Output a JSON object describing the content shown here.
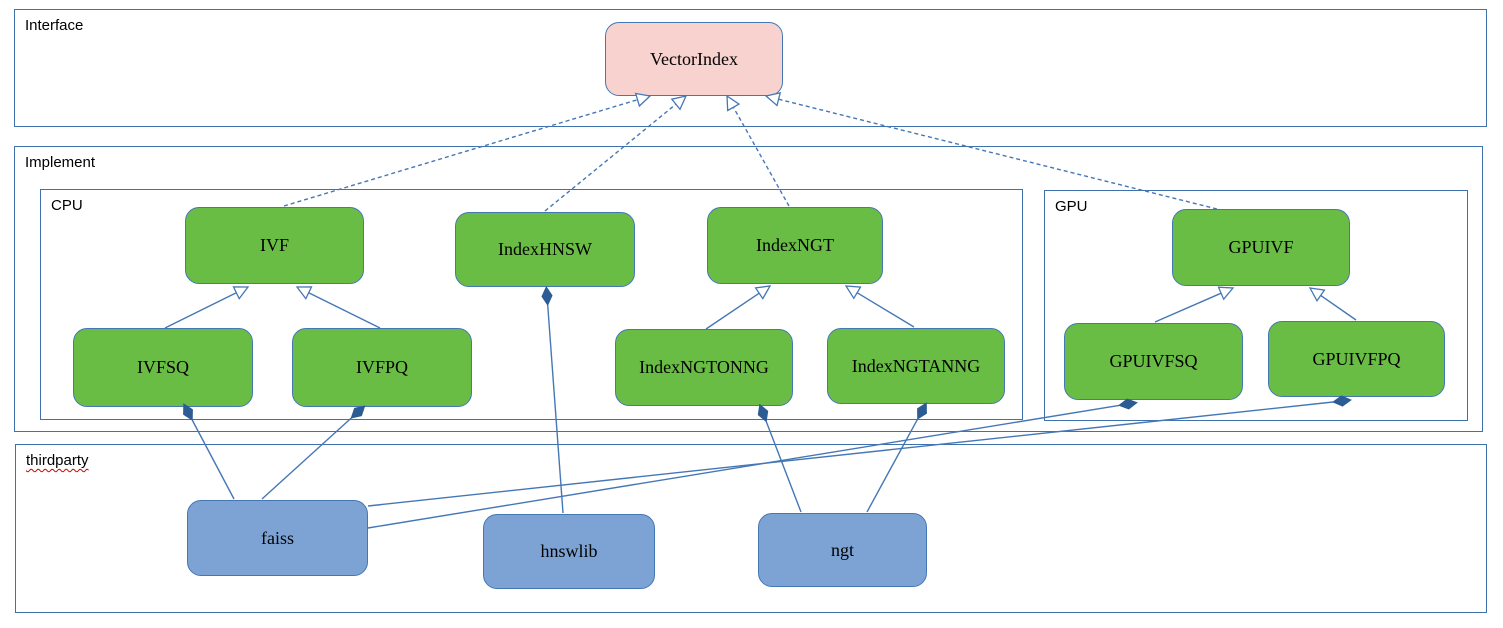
{
  "diagram": {
    "groups": {
      "interface": {
        "label": "Interface"
      },
      "implement": {
        "label": "Implement"
      },
      "cpu": {
        "label": "CPU"
      },
      "gpu": {
        "label": "GPU"
      },
      "thirdparty": {
        "label": "thirdparty"
      }
    },
    "nodes": [
      {
        "id": "vectorindex",
        "label": "VectorIndex",
        "group": "interface",
        "kind": "interface"
      },
      {
        "id": "ivf",
        "label": "IVF",
        "group": "cpu",
        "kind": "implementation"
      },
      {
        "id": "indexhnsw",
        "label": "IndexHNSW",
        "group": "cpu",
        "kind": "implementation"
      },
      {
        "id": "indexngt",
        "label": "IndexNGT",
        "group": "cpu",
        "kind": "implementation"
      },
      {
        "id": "gpuivf",
        "label": "GPUIVF",
        "group": "gpu",
        "kind": "implementation"
      },
      {
        "id": "ivfsq",
        "label": "IVFSQ",
        "group": "cpu",
        "kind": "implementation"
      },
      {
        "id": "ivfpq",
        "label": "IVFPQ",
        "group": "cpu",
        "kind": "implementation"
      },
      {
        "id": "indexngtonng",
        "label": "IndexNGTONNG",
        "group": "cpu",
        "kind": "implementation"
      },
      {
        "id": "indexngtanng",
        "label": "IndexNGTANNG",
        "group": "cpu",
        "kind": "implementation"
      },
      {
        "id": "gpuivfsq",
        "label": "GPUIVFSQ",
        "group": "gpu",
        "kind": "implementation"
      },
      {
        "id": "gpuivfpq",
        "label": "GPUIVFPQ",
        "group": "gpu",
        "kind": "implementation"
      },
      {
        "id": "faiss",
        "label": "faiss",
        "group": "thirdparty",
        "kind": "library"
      },
      {
        "id": "hnswlib",
        "label": "hnswlib",
        "group": "thirdparty",
        "kind": "library"
      },
      {
        "id": "ngt",
        "label": "ngt",
        "group": "thirdparty",
        "kind": "library"
      }
    ],
    "edges": [
      {
        "from": "ivf",
        "to": "vectorindex",
        "type": "realization"
      },
      {
        "from": "indexhnsw",
        "to": "vectorindex",
        "type": "realization"
      },
      {
        "from": "indexngt",
        "to": "vectorindex",
        "type": "realization"
      },
      {
        "from": "gpuivf",
        "to": "vectorindex",
        "type": "realization"
      },
      {
        "from": "ivfsq",
        "to": "ivf",
        "type": "generalization"
      },
      {
        "from": "ivfpq",
        "to": "ivf",
        "type": "generalization"
      },
      {
        "from": "indexngtonng",
        "to": "indexngt",
        "type": "generalization"
      },
      {
        "from": "indexngtanng",
        "to": "indexngt",
        "type": "generalization"
      },
      {
        "from": "gpuivfsq",
        "to": "gpuivf",
        "type": "generalization"
      },
      {
        "from": "gpuivfpq",
        "to": "gpuivf",
        "type": "generalization"
      },
      {
        "from": "faiss",
        "to": "ivfsq",
        "type": "composition"
      },
      {
        "from": "faiss",
        "to": "ivfpq",
        "type": "composition"
      },
      {
        "from": "hnswlib",
        "to": "indexhnsw",
        "type": "composition"
      },
      {
        "from": "ngt",
        "to": "indexngtonng",
        "type": "composition"
      },
      {
        "from": "ngt",
        "to": "indexngtanng",
        "type": "composition"
      },
      {
        "from": "faiss",
        "to": "gpuivfsq",
        "type": "composition"
      },
      {
        "from": "faiss",
        "to": "gpuivfpq",
        "type": "composition"
      }
    ],
    "colors": {
      "interface_fill": "#f8d2cf",
      "implementation_fill": "#69bd45",
      "library_fill": "#7ca3d4",
      "node_border": "#4577b5",
      "group_border": "#3f72ad",
      "line": "#4577b5",
      "arrowhead_fill": "#ffffff",
      "diamond_fill": "#2d5c94",
      "misspell_underline": "#cc0000"
    }
  }
}
